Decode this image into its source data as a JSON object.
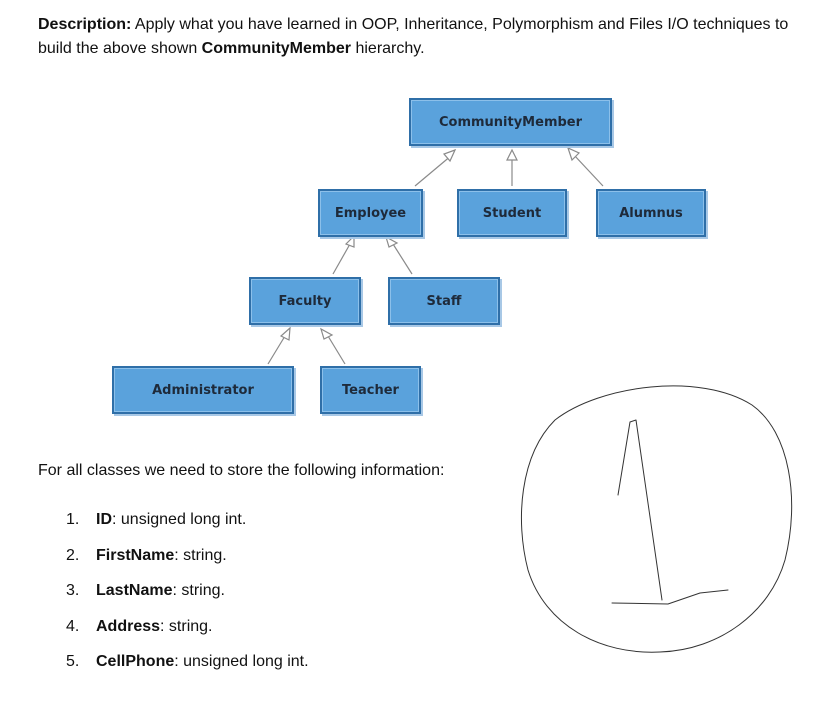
{
  "description": {
    "label": "Description:",
    "text_1": " Apply what you have learned in OOP, Inheritance, Polymorphism and Files I/O techniques to build the above shown ",
    "class_name": "CommunityMember",
    "text_2": " hierarchy."
  },
  "hierarchy": {
    "nodes": {
      "community_member": "CommunityMember",
      "employee": "Employee",
      "student": "Student",
      "alumnus": "Alumnus",
      "faculty": "Faculty",
      "staff": "Staff",
      "administrator": "Administrator",
      "teacher": "Teacher"
    }
  },
  "info_intro": "For all classes we need to store the following information:",
  "fields": [
    {
      "num": "1.",
      "name": "ID",
      "type": ": unsigned long int."
    },
    {
      "num": "2.",
      "name": "FirstName",
      "type": ": string."
    },
    {
      "num": "3.",
      "name": "LastName",
      "type": ": string."
    },
    {
      "num": "4.",
      "name": "Address",
      "type": ": string."
    },
    {
      "num": "5.",
      "name": "CellPhone",
      "type": ": unsigned long int."
    }
  ],
  "colors": {
    "box_fill": "#5aa2dc",
    "box_border": "#2f6fa8",
    "line": "#8a8a8a"
  }
}
